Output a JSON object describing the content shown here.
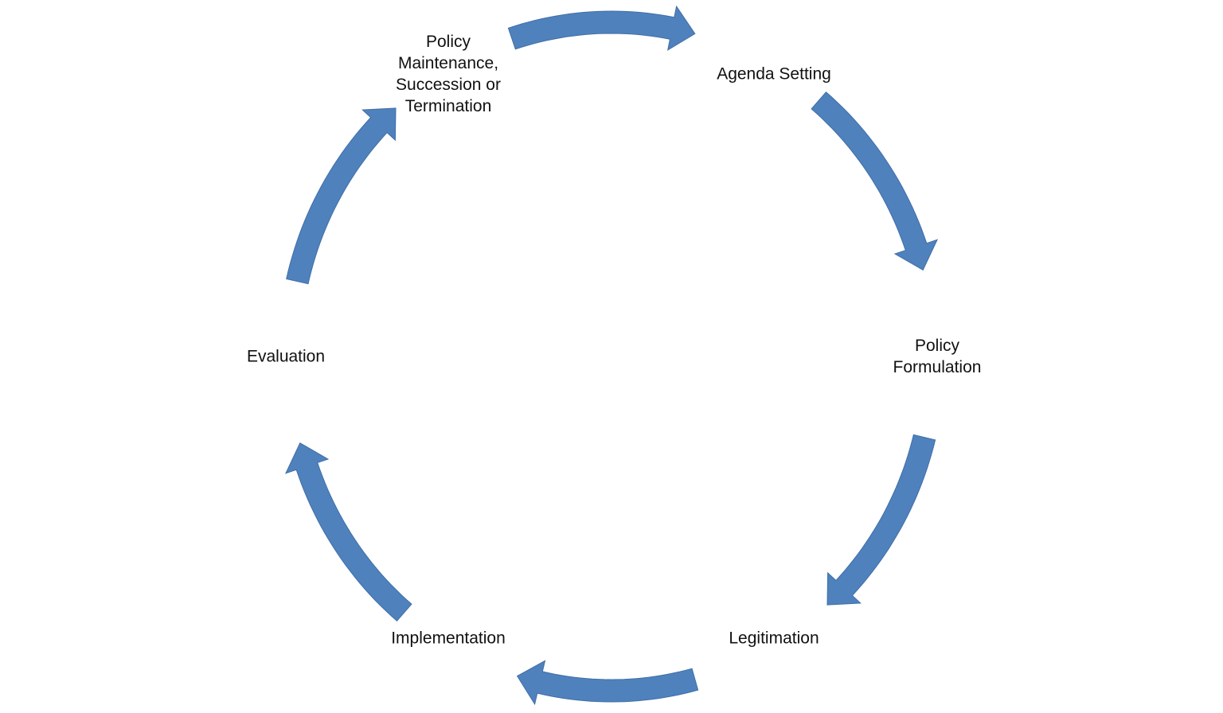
{
  "diagram": {
    "arrow_color": "#4F81BD",
    "stages": [
      {
        "id": "maintenance",
        "lines": [
          "Policy",
          "Maintenance,",
          "Succession or",
          "Termination"
        ]
      },
      {
        "id": "agenda",
        "lines": [
          "Agenda Setting"
        ]
      },
      {
        "id": "formulation",
        "lines": [
          "Policy",
          "Formulation"
        ]
      },
      {
        "id": "legitimation",
        "lines": [
          "Legitimation"
        ]
      },
      {
        "id": "implementation",
        "lines": [
          "Implementation"
        ]
      },
      {
        "id": "evaluation",
        "lines": [
          "Evaluation"
        ]
      }
    ]
  }
}
